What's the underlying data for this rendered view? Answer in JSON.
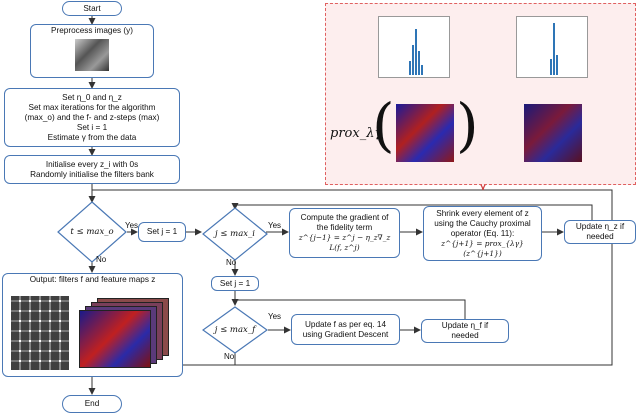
{
  "flow": {
    "start": "Start",
    "preprocess": "Preprocess images (y)",
    "setup": [
      "Set η_0 and η_z",
      "Set max iterations for the algorithm",
      "(max_o) and the f- and z-steps (max)",
      "Set i = 1",
      "Estimate γ from the data"
    ],
    "init": [
      "Initialise every z_i with 0s",
      "Randomly initialise the filters bank"
    ],
    "cond_outer": "t ≤ max_o",
    "yes": "Yes",
    "no": "No",
    "set_j1": "Set j = 1",
    "cond_inner": "j ≤ max_i",
    "gradient": [
      "Compute the gradient of",
      "the fidelity term",
      "z^{j−1} = z^j − η_z∇_z L(f, z^j)"
    ],
    "shrink": [
      "Shrink every element of z",
      "using the Cauchy proximal",
      "operator (Eq. 11):",
      "z^{j+1} = prox_{λγ}(z^{j+1})"
    ],
    "update_eta_z": [
      "Update η_z if",
      "needed"
    ],
    "set_j1_b": "Set j = 1",
    "cond_f": "j ≤ max_f",
    "update_f": [
      "Update f as per eq. 14",
      "using Gradient Descent"
    ],
    "update_eta_f": [
      "Update η_f if",
      "needed"
    ],
    "output": "Output: filters f and feature maps z",
    "end": "End"
  },
  "panel": {
    "operator": "prox_λγ"
  },
  "colors": {
    "node_border": "#4a78b5",
    "panel_border": "#e06060",
    "panel_fill": "#fdeeee",
    "arrow_blue": "#2e75b6",
    "brace": "#d04040"
  }
}
